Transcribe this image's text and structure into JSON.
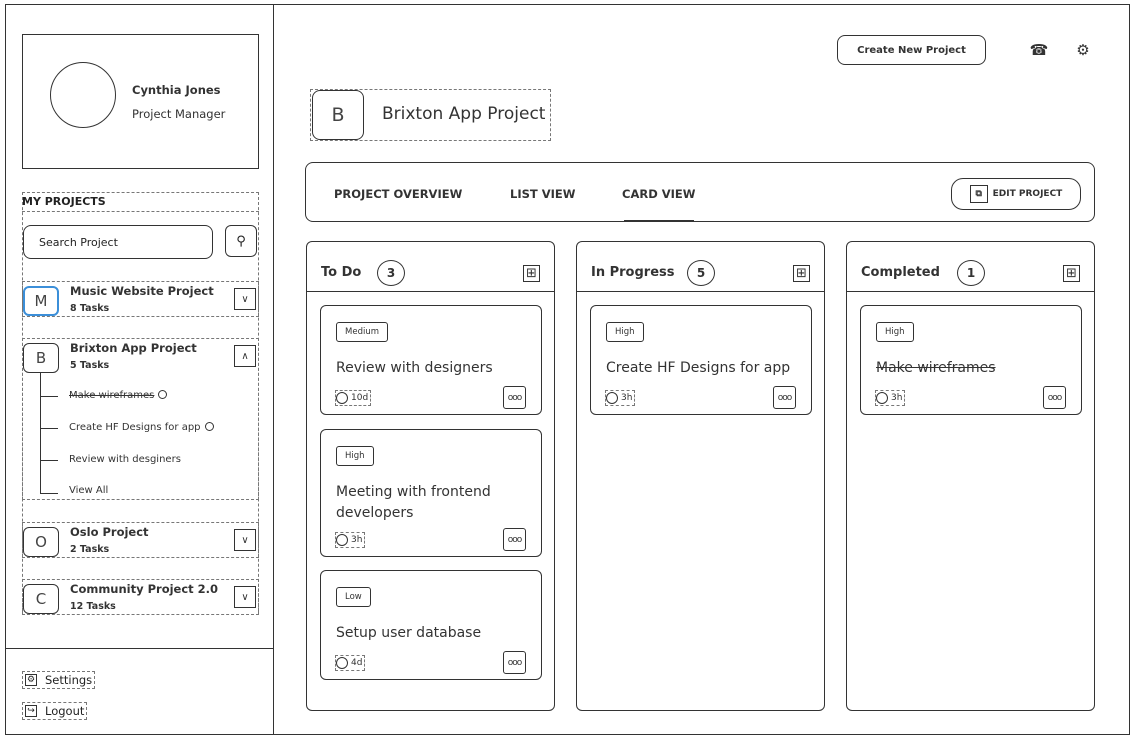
{
  "profile": {
    "name": "Cynthia Jones",
    "role": "Project Manager"
  },
  "sidebar": {
    "my_projects_label": "MY PROJECTS",
    "search_placeholder": "Search Project",
    "projects": [
      {
        "badge": "M",
        "name": "Music Website Project",
        "tasks": "8 Tasks"
      },
      {
        "badge": "B",
        "name": "Brixton App Project",
        "tasks": "5 Tasks",
        "subtasks": [
          "Make wireframes",
          "Create HF Designs for app",
          "Review with desginers"
        ],
        "view_all": "View All"
      },
      {
        "badge": "O",
        "name": "Oslo Project",
        "tasks": "2 Tasks"
      },
      {
        "badge": "C",
        "name": "Community Project 2.0",
        "tasks": "12 Tasks"
      }
    ],
    "settings_label": "Settings",
    "logout_label": "Logout"
  },
  "header": {
    "create_button": "Create New Project",
    "project_badge": "B",
    "project_title": "Brixton App Project"
  },
  "tabs": {
    "items": [
      "PROJECT OVERVIEW",
      "LIST VIEW",
      "CARD VIEW"
    ],
    "active": "CARD VIEW",
    "edit_button": "EDIT PROJECT"
  },
  "board": {
    "columns": [
      {
        "title": "To Do",
        "count": "3",
        "cards": [
          {
            "priority": "Medium",
            "title": "Review with designers",
            "time": "10d"
          },
          {
            "priority": "High",
            "title": "Meeting with frontend developers",
            "time": "3h"
          },
          {
            "priority": "Low",
            "title": "Setup user database",
            "time": "4d"
          }
        ]
      },
      {
        "title": "In Progress",
        "count": "5",
        "cards": [
          {
            "priority": "High",
            "title": "Create HF Designs for app",
            "time": "3h"
          }
        ]
      },
      {
        "title": "Completed",
        "count": "1",
        "cards": [
          {
            "priority": "High",
            "title": "Make wireframes",
            "time": "3h"
          }
        ]
      }
    ],
    "more_label": "ooo"
  },
  "icons": {
    "search": "search-icon",
    "bell": "notification-icon",
    "gear": "gear-icon",
    "add": "add-icon",
    "clock": "clock-icon",
    "chevron": "chevron-icon"
  }
}
